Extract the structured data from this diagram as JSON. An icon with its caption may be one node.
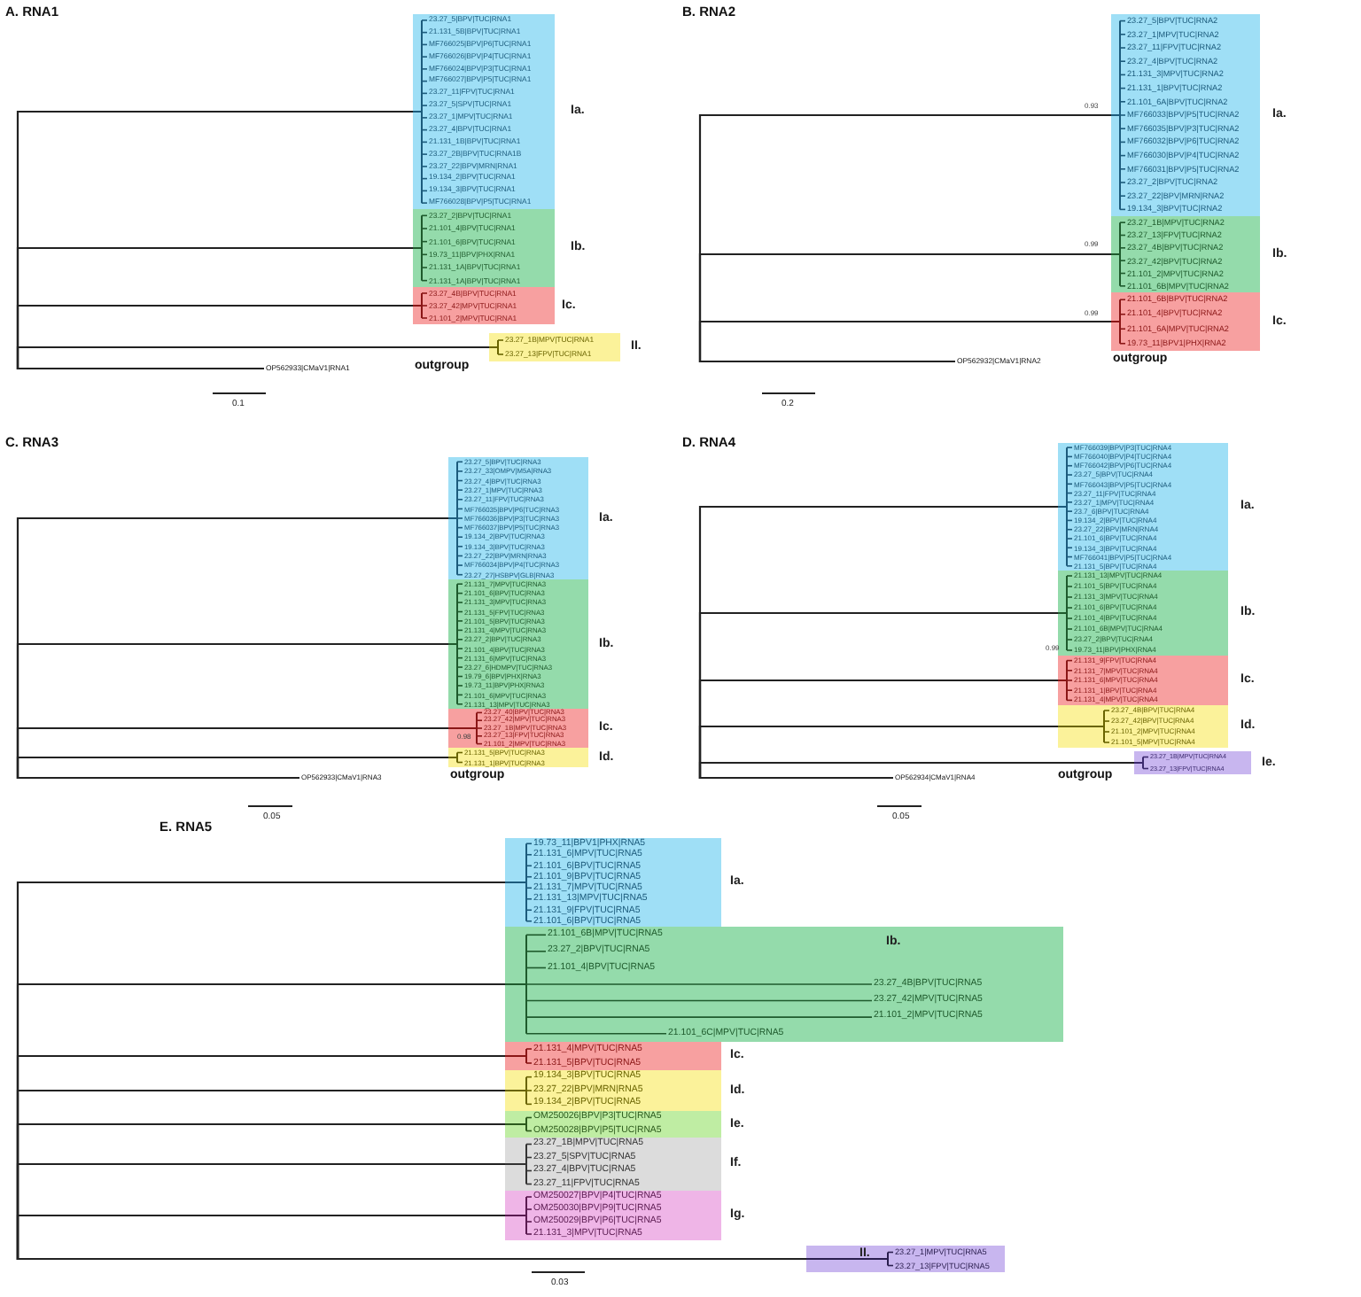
{
  "diagram": {
    "nodes": [
      {
        "text": [
          "23.27_5|BPV|TUC|RNA1",
          "21.131_5B|BPV|TUC|RNA1",
          "MF766025|BPV|P6|TUC|RNA1",
          "MF766026|BPV|P4|TUC|RNA1",
          "MF766024|BPV|P3|TUC|RNA1",
          "MF766027|BPV|P5|TUC|RNA1",
          "23.27_11|FPV|TUC|RNA1",
          "23.27_5|SPV|TUC|RNA1",
          "23.27_1|MPV|TUC|RNA1",
          "23.27_4|BPV|TUC|RNA1",
          "21.131_1B|BPV|TUC|RNA1",
          "23.27_2B|BPV|TUC|RNA1B",
          "23.27_22|BPV|MRN|RNA1",
          "19.134_2|BPV|TUC|RNA1",
          "19.134_3|BPV|TUC|RNA1",
          "MF766028|BPV|P5|TUC|RNA1"
        ],
        "beside": [
          "Ia."
        ]
      },
      {
        "text": [
          "23.27_2|BPV|TUC|RNA1",
          "21.101_4|BPV|TUC|RNA1",
          "21.101_6|BPV|TUC|RNA1",
          "19.73_11|BPV|PHX|RNA1",
          "21.131_1A|BPV|TUC|RNA1",
          "21.131_1A|BPV|TUC|RNA1"
        ],
        "beside": [
          "Ib."
        ]
      },
      {
        "text": [
          "23.27_4B|BPV|TUC|RNA1",
          "23.27_42|MPV|TUC|RNA1",
          "21.101_2|MPV|TUC|RNA1"
        ],
        "beside": [
          "Ic."
        ]
      },
      {
        "text": [
          "23.27_1B|MPV|TUC|RNA1",
          "23.27_13|FPV|TUC|RNA1"
        ],
        "beside": [
          "II."
        ]
      },
      {
        "text": [
          "OP562933|CMaV1|RNA1",
          "outgroup"
        ]
      },
      {
        "text": [
          "23.27_5|BPV|TUC|RNA2",
          "23.27_1|MPV|TUC|RNA2",
          "23.27_11|FPV|TUC|RNA2",
          "23.27_4|BPV|TUC|RNA2",
          "21.131_3|MPV|TUC|RNA2",
          "21.131_1|BPV|TUC|RNA2",
          "21.101_6A|BPV|TUC|RNA2",
          "MF766033|BPV|P5|TUC|RNA2",
          "MF766035|BPV|P3|TUC|RNA2",
          "MF766032|BPV|P6|TUC|RNA2",
          "MF766030|BPV|P4|TUC|RNA2",
          "MF766031|BPV|P5|TUC|RNA2",
          "23.27_2|BPV|TUC|RNA2",
          "23.27_22|BPV|MRN|RNA2",
          "19.134_3|BPV|TUC|RNA2"
        ],
        "beside": [
          "Ia."
        ]
      },
      {
        "text": [
          "23.27_1B|MPV|TUC|RNA2",
          "23.27_13|FPV|TUC|RNA2",
          "23.27_4B|BPV|TUC|RNA2",
          "23.27_42|BPV|TUC|RNA2",
          "21.101_2|MPV|TUC|RNA2",
          "21.101_6B|MPV|TUC|RNA2"
        ],
        "beside": [
          "Ib."
        ]
      },
      {
        "text": [
          "21.101_6B|BPV|TUC|RNA2",
          "21.101_4|BPV|TUC|RNA2",
          "21.101_6A|MPV|TUC|RNA2",
          "19.73_11|BPV1|PHX|RNA2"
        ],
        "beside": [
          "Ic."
        ]
      },
      {
        "text": [
          "OP562932|CMaV1|RNA2",
          "outgroup"
        ]
      },
      {
        "text": [
          "23.27_5|BPV|TUC|RNA3",
          "23.27_33|OMPV|M5A|RNA3",
          "23.27_4|BPV|TUC|RNA3",
          "23.27_1|MPV|TUC|RNA3",
          "23.27_11|FPV|TUC|RNA3",
          "MF766035|BPV|P6|TUC|RNA3",
          "MF766036|BPV|P3|TUC|RNA3",
          "MF766037|BPV|P5|TUC|RNA3",
          "19.134_2|BPV|TUC|RNA3",
          "19.134_3|BPV|TUC|RNA3",
          "23.27_22|BPV|MRN|RNA3",
          "MF766034|BPV|P4|TUC|RNA3",
          "23.27_27|HSBPV|GLB|RNA3"
        ],
        "beside": [
          "Ia."
        ]
      },
      {
        "text": [
          "21.131_7|MPV|TUC|RNA3",
          "21.101_6|BPV|TUC|RNA3",
          "21.131_3|MPV|TUC|RNA3",
          "21.131_5|FPV|TUC|RNA3",
          "21.101_5|BPV|TUC|RNA3",
          "21.131_4|MPV|TUC|RNA3",
          "23.27_2|BPV|TUC|RNA3",
          "21.101_4|BPV|TUC|RNA3",
          "21.131_6|MPV|TUC|RNA3",
          "23.27_6|HDMPV|TUC|RNA3",
          "19.79_6|BPV|PHX|RNA3",
          "19.73_11|BPV|PHX|RNA3",
          "21.101_6|MPV|TUC|RNA3",
          "21.131_13|MPV|TUC|RNA3"
        ],
        "beside": [
          "Ib."
        ]
      },
      {
        "text": [
          "23.27_40|BPV|TUC|RNA3",
          "23.27_42|MPV|TUC|RNA3",
          "23.27_1B|MPV|TUC|RNA3",
          "23.27_13|FPV|TUC|RNA3",
          "21.101_2|MPV|TUC|RNA3"
        ],
        "beside": [
          "Ic."
        ]
      },
      {
        "text": [
          "21.131_5|BPV|TUC|RNA3",
          "21.131_1|BPV|TUC|RNA3"
        ],
        "beside": [
          "Id."
        ]
      },
      {
        "text": [
          "OP562933|CMaV1|RNA3",
          "outgroup"
        ]
      },
      {
        "text": [
          "MF766039|BPV|P3|TUC|RNA4",
          "MF766040|BPV|P4|TUC|RNA4",
          "MF766042|BPV|P6|TUC|RNA4",
          "23.27_5|BPV|TUC|RNA4",
          "MF766043|BPV|P5|TUC|RNA4",
          "23.27_11|FPV|TUC|RNA4",
          "23.27_1|MPV|TUC|RNA4",
          "23.7_6|BPV|TUC|RNA4",
          "19.134_2|BPV|TUC|RNA4",
          "23.27_22|BPV|MRN|RNA4",
          "21.101_6|BPV|TUC|RNA4",
          "19.134_3|BPV|TUC|RNA4",
          "MF766041|BPV|P5|TUC|RNA4",
          "21.131_5|BPV|TUC|RNA4"
        ],
        "beside": [
          "Ia."
        ]
      },
      {
        "text": [
          "21.131_13|MPV|TUC|RNA4",
          "21.101_5|BPV|TUC|RNA4",
          "21.131_3|MPV|TUC|RNA4",
          "21.101_6|BPV|TUC|RNA4",
          "21.101_4|BPV|TUC|RNA4",
          "21.101_6B|MPV|TUC|RNA4",
          "23.27_2|BPV|TUC|RNA4",
          "19.73_11|BPV|PHX|RNA4"
        ],
        "beside": [
          "Ib."
        ]
      },
      {
        "text": [
          "21.131_9|FPV|TUC|RNA4",
          "21.131_7|MPV|TUC|RNA4",
          "21.131_6|MPV|TUC|RNA4",
          "21.131_1|BPV|TUC|RNA4",
          "21.131_4|MPV|TUC|RNA4"
        ],
        "beside": [
          "Ic."
        ]
      },
      {
        "text": [
          "23.27_4B|BPV|TUC|RNA4",
          "23.27_42|BPV|TUC|RNA4",
          "21.101_2|MPV|TUC|RNA4",
          "21.101_5|MPV|TUC|RNA4"
        ],
        "beside": [
          "Id."
        ]
      },
      {
        "text": [
          "23.27_1B|MPV|TUC|RNA4",
          "23.27_13|FPV|TUC|RNA4"
        ],
        "beside": [
          "Ie."
        ]
      },
      {
        "text": [
          "OP562934|CMaV1|RNA4",
          "outgroup"
        ]
      },
      {
        "text": [
          "19.73_11|BPV1|PHX|RNA5",
          "21.131_6|MPV|TUC|RNA5",
          "21.101_6|BPV|TUC|RNA5",
          "21.101_9|BPV|TUC|RNA5",
          "21.131_7|MPV|TUC|RNA5",
          "21.131_13|MPV|TUC|RNA5",
          "21.131_9|FPV|TUC|RNA5",
          "21.101_6|BPV|TUC|RNA5"
        ],
        "beside": [
          "Ia."
        ]
      },
      {
        "text": [
          "Ib.",
          "21.101_6B|MPV|TUC|RNA5",
          "23.27_2|BPV|TUC|RNA5",
          "21.101_4|BPV|TUC|RNA5",
          "23.27_4B|BPV|TUC|RNA5",
          "23.27_42|MPV|TUC|RNA5",
          "21.101_2|MPV|TUC|RNA5",
          "21.101_6C|MPV|TUC|RNA5"
        ]
      },
      {
        "text": [
          "21.131_4|MPV|TUC|RNA5",
          "21.131_5|BPV|TUC|RNA5"
        ],
        "beside": [
          "Ic."
        ]
      },
      {
        "text": [
          "19.134_3|BPV|TUC|RNA5",
          "23.27_22|BPV|MRN|RNA5",
          "19.134_2|BPV|TUC|RNA5"
        ],
        "beside": [
          "Id."
        ]
      },
      {
        "text": [
          "OM250026|BPV|P3|TUC|RNA5",
          "OM250028|BPV|P5|TUC|RNA5"
        ],
        "beside": [
          "Ie."
        ]
      },
      {
        "text": [
          "23.27_1B|MPV|TUC|RNA5",
          "23.27_5|SPV|TUC|RNA5",
          "23.27_4|BPV|TUC|RNA5",
          "23.27_11|FPV|TUC|RNA5"
        ],
        "beside": [
          "If."
        ]
      },
      {
        "text": [
          "OM250027|BPV|P4|TUC|RNA5",
          "OM250030|BPV|P9|TUC|RNA5",
          "OM250029|BPV|P6|TUC|RNA5",
          "21.131_3|MPV|TUC|RNA5"
        ],
        "beside": [
          "Ig."
        ]
      },
      {
        "text": [
          "II.",
          "23.27_1|MPV|TUC|RNA5",
          "23.27_13|FPV|TUC|RNA5"
        ]
      }
    ],
    "edges": [
      {
        "from": 4,
        "to": 0,
        "arrow": "none"
      },
      {
        "from": 4,
        "to": 1,
        "arrow": "none"
      },
      {
        "from": 4,
        "to": 2,
        "arrow": "none"
      },
      {
        "from": 4,
        "to": 3,
        "arrow": "none"
      },
      {
        "from": 8,
        "to": 5,
        "arrow": "none"
      },
      {
        "from": 8,
        "to": 6,
        "arrow": "none"
      },
      {
        "from": 8,
        "to": 7,
        "arrow": "none"
      },
      {
        "from": 13,
        "to": 9,
        "arrow": "none"
      },
      {
        "from": 13,
        "to": 10,
        "arrow": "none"
      },
      {
        "from": 13,
        "to": 11,
        "arrow": "none"
      },
      {
        "from": 13,
        "to": 12,
        "arrow": "none"
      },
      {
        "from": 19,
        "to": 14,
        "arrow": "none"
      },
      {
        "from": 19,
        "to": 15,
        "arrow": "none"
      },
      {
        "from": 19,
        "to": 16,
        "arrow": "none"
      },
      {
        "from": 19,
        "to": 17,
        "arrow": "none"
      },
      {
        "from": 19,
        "to": 18,
        "arrow": "none"
      },
      {
        "from": 27,
        "to": 20,
        "arrow": "none"
      },
      {
        "from": 27,
        "to": 21,
        "arrow": "none"
      },
      {
        "from": 27,
        "to": 22,
        "arrow": "none"
      },
      {
        "from": 27,
        "to": 23,
        "arrow": "none"
      },
      {
        "from": 27,
        "to": 24,
        "arrow": "none"
      },
      {
        "from": 27,
        "to": 25,
        "arrow": "none"
      },
      {
        "from": 27,
        "to": 26,
        "arrow": "none"
      }
    ],
    "labels": [
      "A. RNA1",
      "B. RNA2",
      "0.1",
      "0.93",
      "0.99",
      "0.99",
      "0.2",
      "C. RNA3",
      "D. RNA4",
      "0.98",
      "0.99",
      "0.05",
      "0.05",
      "E. RNA5",
      "0.03"
    ]
  }
}
